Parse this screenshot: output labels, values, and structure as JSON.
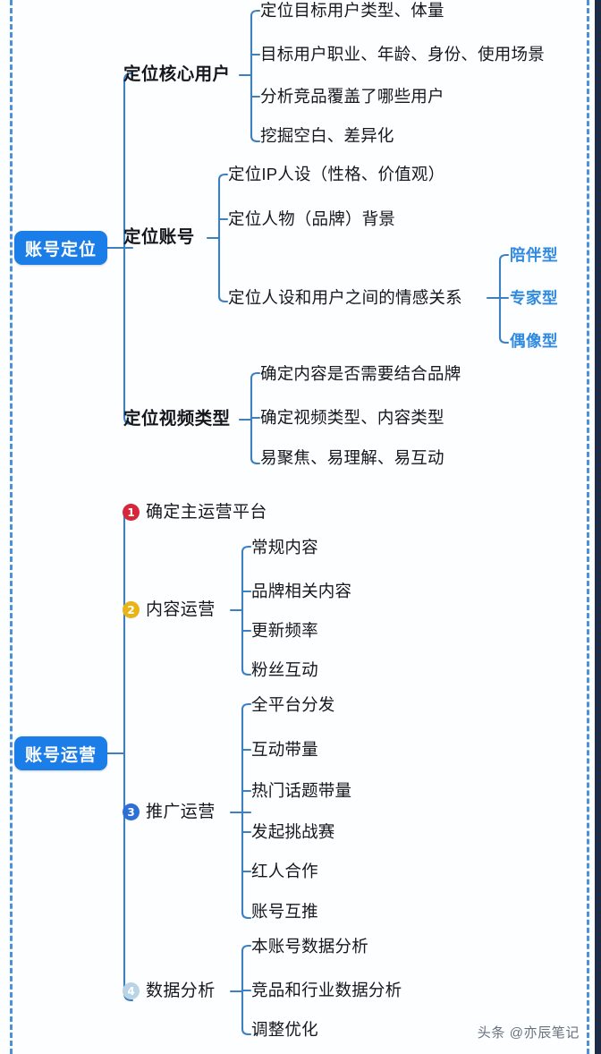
{
  "meta": {
    "title": "账号定位与账号运营思维导图",
    "watermark": "头条 @亦辰笔记",
    "accent_blue": "#2f8ae0",
    "line_blue": "#3d7fbf",
    "root_pill_blue": "#1a7de8",
    "badge_colors": {
      "one": "#d6273a",
      "two": "#e9b418",
      "three": "#2d6fd6",
      "four": "#b9d4e6"
    }
  },
  "roots": [
    {
      "id": "root1",
      "label": "账号定位"
    },
    {
      "id": "root2",
      "label": "账号运营"
    }
  ],
  "branches": [
    {
      "id": "b1",
      "root": "root1",
      "label": "定位核心用户",
      "bold": true,
      "badge": null,
      "children": [
        {
          "label": "定位目标用户类型、体量"
        },
        {
          "label": "目标用户职业、年龄、身份、使用场景"
        },
        {
          "label": "分析竞品覆盖了哪些用户"
        },
        {
          "label": "挖掘空白、差异化"
        }
      ]
    },
    {
      "id": "b2",
      "root": "root1",
      "label": "定位账号",
      "bold": true,
      "badge": null,
      "children": [
        {
          "label": "定位IP人设（性格、价值观）"
        },
        {
          "label": "定位人物（品牌）背景"
        },
        {
          "label": "定位人设和用户之间的情感关系",
          "children": [
            {
              "label": "陪伴型"
            },
            {
              "label": "专家型"
            },
            {
              "label": "偶像型"
            }
          ]
        }
      ]
    },
    {
      "id": "b3",
      "root": "root1",
      "label": "定位视频类型",
      "bold": true,
      "badge": null,
      "children": [
        {
          "label": "确定内容是否需要结合品牌"
        },
        {
          "label": "确定视频类型、内容类型"
        },
        {
          "label": "易聚焦、易理解、易互动"
        }
      ]
    },
    {
      "id": "b4",
      "root": "root2",
      "label": "确定主运营平台",
      "bold": false,
      "badge": {
        "num": "1",
        "glyph": "❶",
        "color": "#d6273a"
      },
      "children": []
    },
    {
      "id": "b5",
      "root": "root2",
      "label": "内容运营",
      "bold": false,
      "badge": {
        "num": "2",
        "glyph": "❷",
        "color": "#e9b418"
      },
      "children": [
        {
          "label": "常规内容"
        },
        {
          "label": "品牌相关内容"
        },
        {
          "label": "更新频率"
        },
        {
          "label": "粉丝互动"
        }
      ]
    },
    {
      "id": "b6",
      "root": "root2",
      "label": "推广运营",
      "bold": false,
      "badge": {
        "num": "3",
        "glyph": "❸",
        "color": "#2d6fd6"
      },
      "children": [
        {
          "label": "全平台分发"
        },
        {
          "label": "互动带量"
        },
        {
          "label": "热门话题带量"
        },
        {
          "label": "发起挑战赛"
        },
        {
          "label": "红人合作"
        },
        {
          "label": "账号互推"
        }
      ]
    },
    {
      "id": "b7",
      "root": "root2",
      "label": "数据分析",
      "bold": false,
      "badge": {
        "num": "4",
        "glyph": "❹",
        "color": "#b9d4e6"
      },
      "children": [
        {
          "label": "本账号数据分析"
        },
        {
          "label": "竞品和行业数据分析"
        },
        {
          "label": "调整优化"
        }
      ]
    }
  ]
}
